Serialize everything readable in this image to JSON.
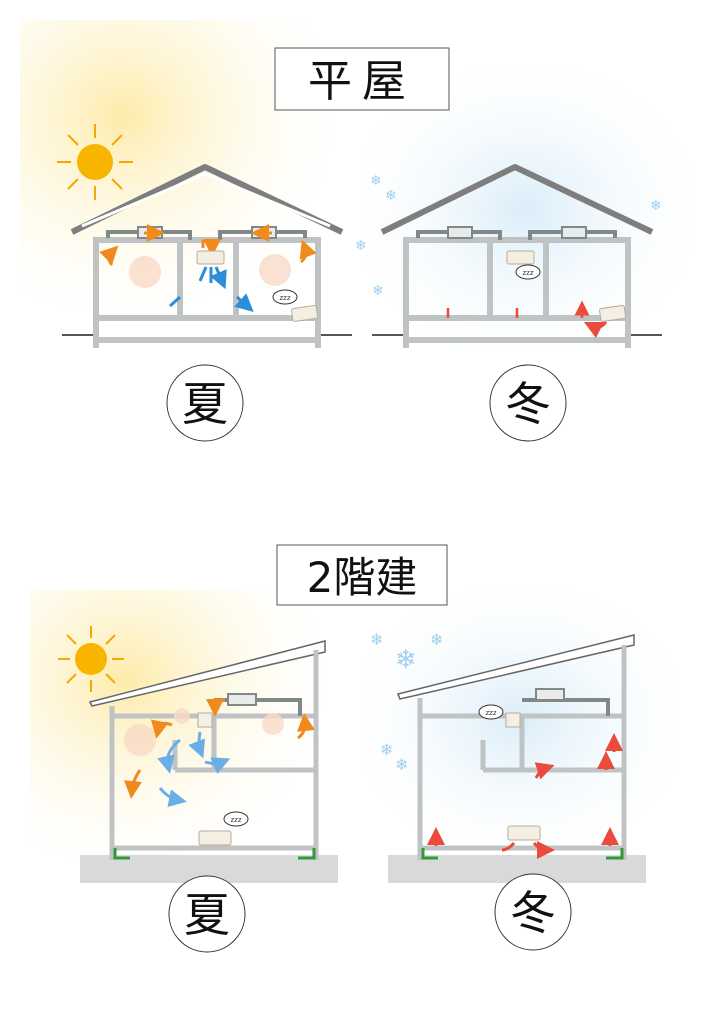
{
  "sections": [
    {
      "title": "平屋",
      "summary_label": "夏",
      "winter_label": "冬"
    },
    {
      "title": "2階建",
      "summary_label": "夏",
      "winter_label": "冬"
    }
  ],
  "sleep_label": "zzz",
  "colors": {
    "wall": "#b9bcbc",
    "duct": "#7f8a88",
    "warm_arrow": "#f08a1c",
    "cool_arrow": "#2a8fd8",
    "heat_arrow": "#ea4b3c",
    "sun": "#f7b500",
    "ground": "#d9d9d9",
    "base": "#2f9a3a"
  }
}
